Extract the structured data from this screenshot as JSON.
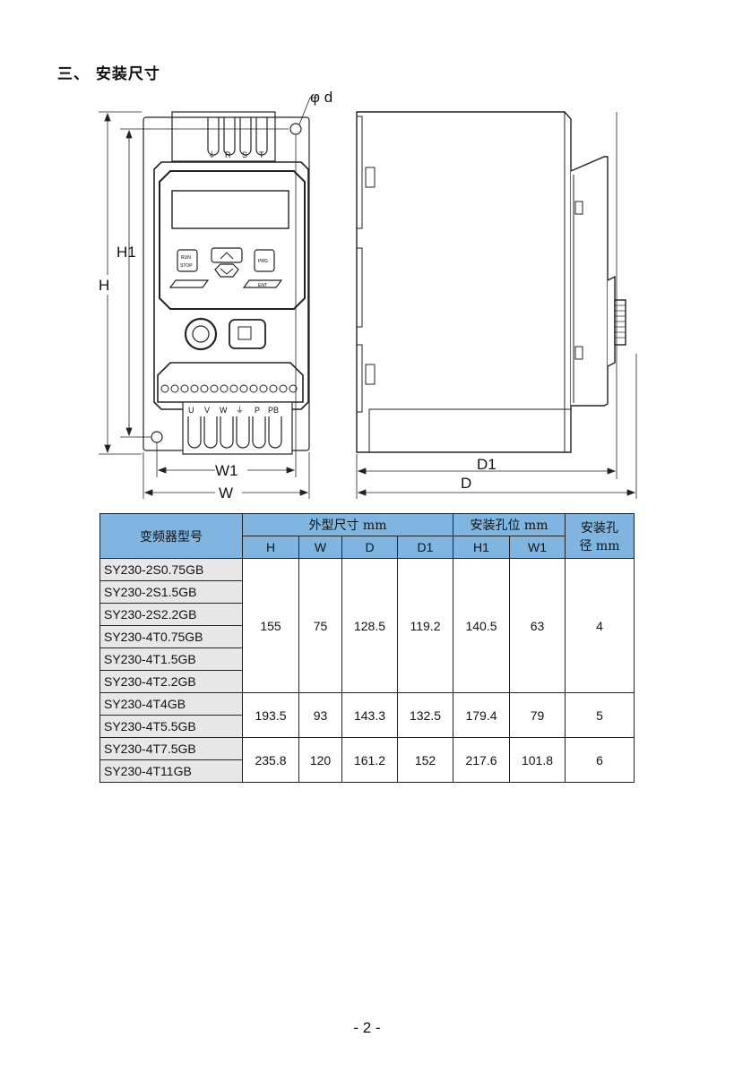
{
  "section_title": "三、 安装尺寸",
  "drawing": {
    "phi_d": "φ d",
    "H1": "H1",
    "H": "H",
    "W1": "W1",
    "W": "W",
    "D1": "D1",
    "D": "D",
    "top_terminals": [
      "⏚",
      "R",
      "S",
      "T"
    ],
    "bottom_terminals": [
      "U",
      "V",
      "W",
      "⏚",
      "P",
      "PB"
    ],
    "btn_run": "RUN",
    "btn_stop": "STOP",
    "btn_prg": "PRG",
    "btn_ent": "ENT"
  },
  "table": {
    "header_model": "变频器型号",
    "header_dims": "外型尺寸 mm",
    "header_mount": "安装孔位 mm",
    "header_hole_line1": "安装孔",
    "header_hole_line2": "径 mm",
    "cols": [
      "H",
      "W",
      "D",
      "D1",
      "H1",
      "W1"
    ],
    "groups": [
      {
        "models": [
          "SY230-2S0.75GB",
          "SY230-2S1.5GB",
          "SY230-2S2.2GB",
          "SY230-4T0.75GB",
          "SY230-4T1.5GB",
          "SY230-4T2.2GB"
        ],
        "H": "155",
        "W": "75",
        "D": "128.5",
        "D1": "119.2",
        "H1": "140.5",
        "W1": "63",
        "hole": "4"
      },
      {
        "models": [
          "SY230-4T4GB",
          "SY230-4T5.5GB"
        ],
        "H": "193.5",
        "W": "93",
        "D": "143.3",
        "D1": "132.5",
        "H1": "179.4",
        "W1": "79",
        "hole": "5"
      },
      {
        "models": [
          "SY230-4T7.5GB",
          "SY230-4T11GB"
        ],
        "H": "235.8",
        "W": "120",
        "D": "161.2",
        "D1": "152",
        "H1": "217.6",
        "W1": "101.8",
        "hole": "6"
      }
    ]
  },
  "page_number": "- 2 -"
}
